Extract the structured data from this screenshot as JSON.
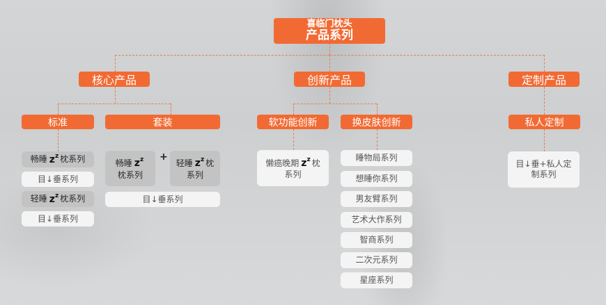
{
  "root": {
    "brand": "喜临门枕头",
    "title": "产品系列"
  },
  "categories": [
    {
      "label": "核心产品",
      "subcategories": [
        {
          "label": "标准",
          "items": [
            {
              "pre": "畅睡",
              "post": "枕系列",
              "style": "grey"
            },
            {
              "text": "目↓垂系列",
              "style": "light"
            },
            {
              "pre": "轻睡",
              "post": "枕系列",
              "style": "grey"
            },
            {
              "text": "目↓垂系列",
              "style": "light"
            }
          ]
        },
        {
          "label": "套装",
          "items": [
            {
              "pre": "畅睡",
              "post": "枕系列",
              "style": "grey"
            },
            {
              "pre": "轻睡",
              "post": "枕系列",
              "style": "grey"
            },
            {
              "text": "目↓垂系列",
              "style": "light"
            }
          ],
          "combine_symbol": "+"
        }
      ]
    },
    {
      "label": "创新产品",
      "subcategories": [
        {
          "label": "软功能创新",
          "items": [
            {
              "pre": "懒癌晚期",
              "post": "枕系列",
              "style": "light"
            }
          ]
        },
        {
          "label": "换皮肤创新",
          "items": [
            {
              "text": "睡物局系列"
            },
            {
              "text": "想睡你系列"
            },
            {
              "text": "男友臂系列"
            },
            {
              "text": "艺术大作系列"
            },
            {
              "text": "智商系列"
            },
            {
              "text": "二次元系列"
            },
            {
              "text": "星座系列"
            }
          ]
        }
      ]
    },
    {
      "label": "定制产品",
      "subcategories": [
        {
          "label": "私人定制",
          "items": [
            {
              "text": "目↓垂+私人定制系列"
            }
          ]
        }
      ]
    }
  ],
  "zz_symbol": {
    "base": "z",
    "sup": "z",
    "sup2": "z"
  },
  "colors": {
    "accent": "#f26a33",
    "connector": "#e47f52",
    "leaf_light": "#f4f4f4",
    "leaf_grey": "#c3c3c3"
  }
}
